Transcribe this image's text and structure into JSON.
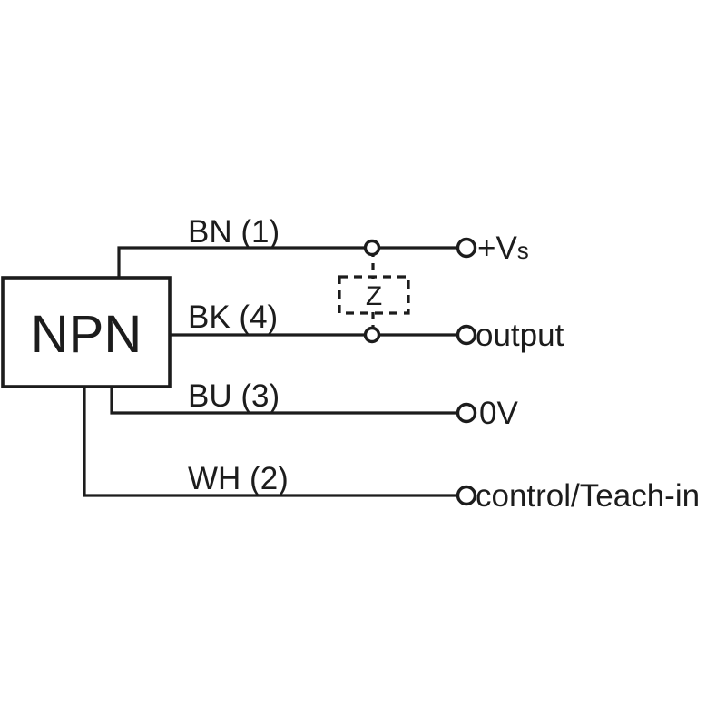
{
  "diagram": {
    "type": "sensor-wiring-diagram",
    "title": "NPN",
    "background_color": "#ffffff",
    "line_color": "#1c1c1c",
    "device": {
      "label": "NPN",
      "name": "npn-sensor-block"
    },
    "load": {
      "label": "Z",
      "name": "load-impedance-z",
      "style": "dashed"
    },
    "wires": [
      {
        "id": "bn",
        "label": "BN (1)",
        "terminal": "+V",
        "terminal_sub": "s",
        "pin": "1",
        "color_code": "BN"
      },
      {
        "id": "bk",
        "label": "BK (4)",
        "terminal": "output",
        "terminal_sub": "",
        "pin": "4",
        "color_code": "BK"
      },
      {
        "id": "bu",
        "label": "BU (3)",
        "terminal": "0V",
        "terminal_sub": "",
        "pin": "3",
        "color_code": "BU"
      },
      {
        "id": "wh",
        "label": "WH (2)",
        "terminal": "control/Teach-in",
        "terminal_sub": "",
        "pin": "2",
        "color_code": "WH"
      }
    ]
  }
}
